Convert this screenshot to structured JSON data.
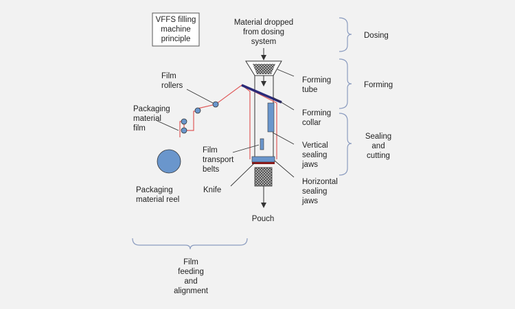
{
  "title_box": [
    "VFFS filling",
    "machine",
    "principle"
  ],
  "labels": {
    "material_dropped": [
      "Material dropped",
      "from dosing",
      "system"
    ],
    "film_rollers": [
      "Film",
      "rollers"
    ],
    "packaging_material_film": [
      "Packaging",
      "material",
      "film"
    ],
    "forming_tube": [
      "Forming",
      "tube"
    ],
    "forming_collar": [
      "Forming",
      "collar"
    ],
    "vertical_sealing_jaws": [
      "Vertical",
      "sealing",
      "jaws"
    ],
    "film_transport_belts": [
      "Film",
      "transport",
      "belts"
    ],
    "knife": [
      "Knife"
    ],
    "horizontal_sealing_jaws": [
      "Horizontal",
      "sealing",
      "jaws"
    ],
    "packaging_material_reel": [
      "Packaging",
      "material reel"
    ],
    "pouch": [
      "Pouch"
    ]
  },
  "stages": {
    "dosing": [
      "Dosing"
    ],
    "forming": [
      "Forming"
    ],
    "sealing_cutting": [
      "Sealing",
      "and",
      "cutting"
    ],
    "film_feeding": [
      "Film",
      "feeding",
      "and",
      "alignment"
    ]
  },
  "colors": {
    "film": "#e05a5a",
    "component_blue": "#6a96cc",
    "collar": "#2a2a78",
    "knife": "#8a1a1a",
    "brace": "#8a9bbf",
    "line": "#333333",
    "box_fill": "#888888"
  }
}
